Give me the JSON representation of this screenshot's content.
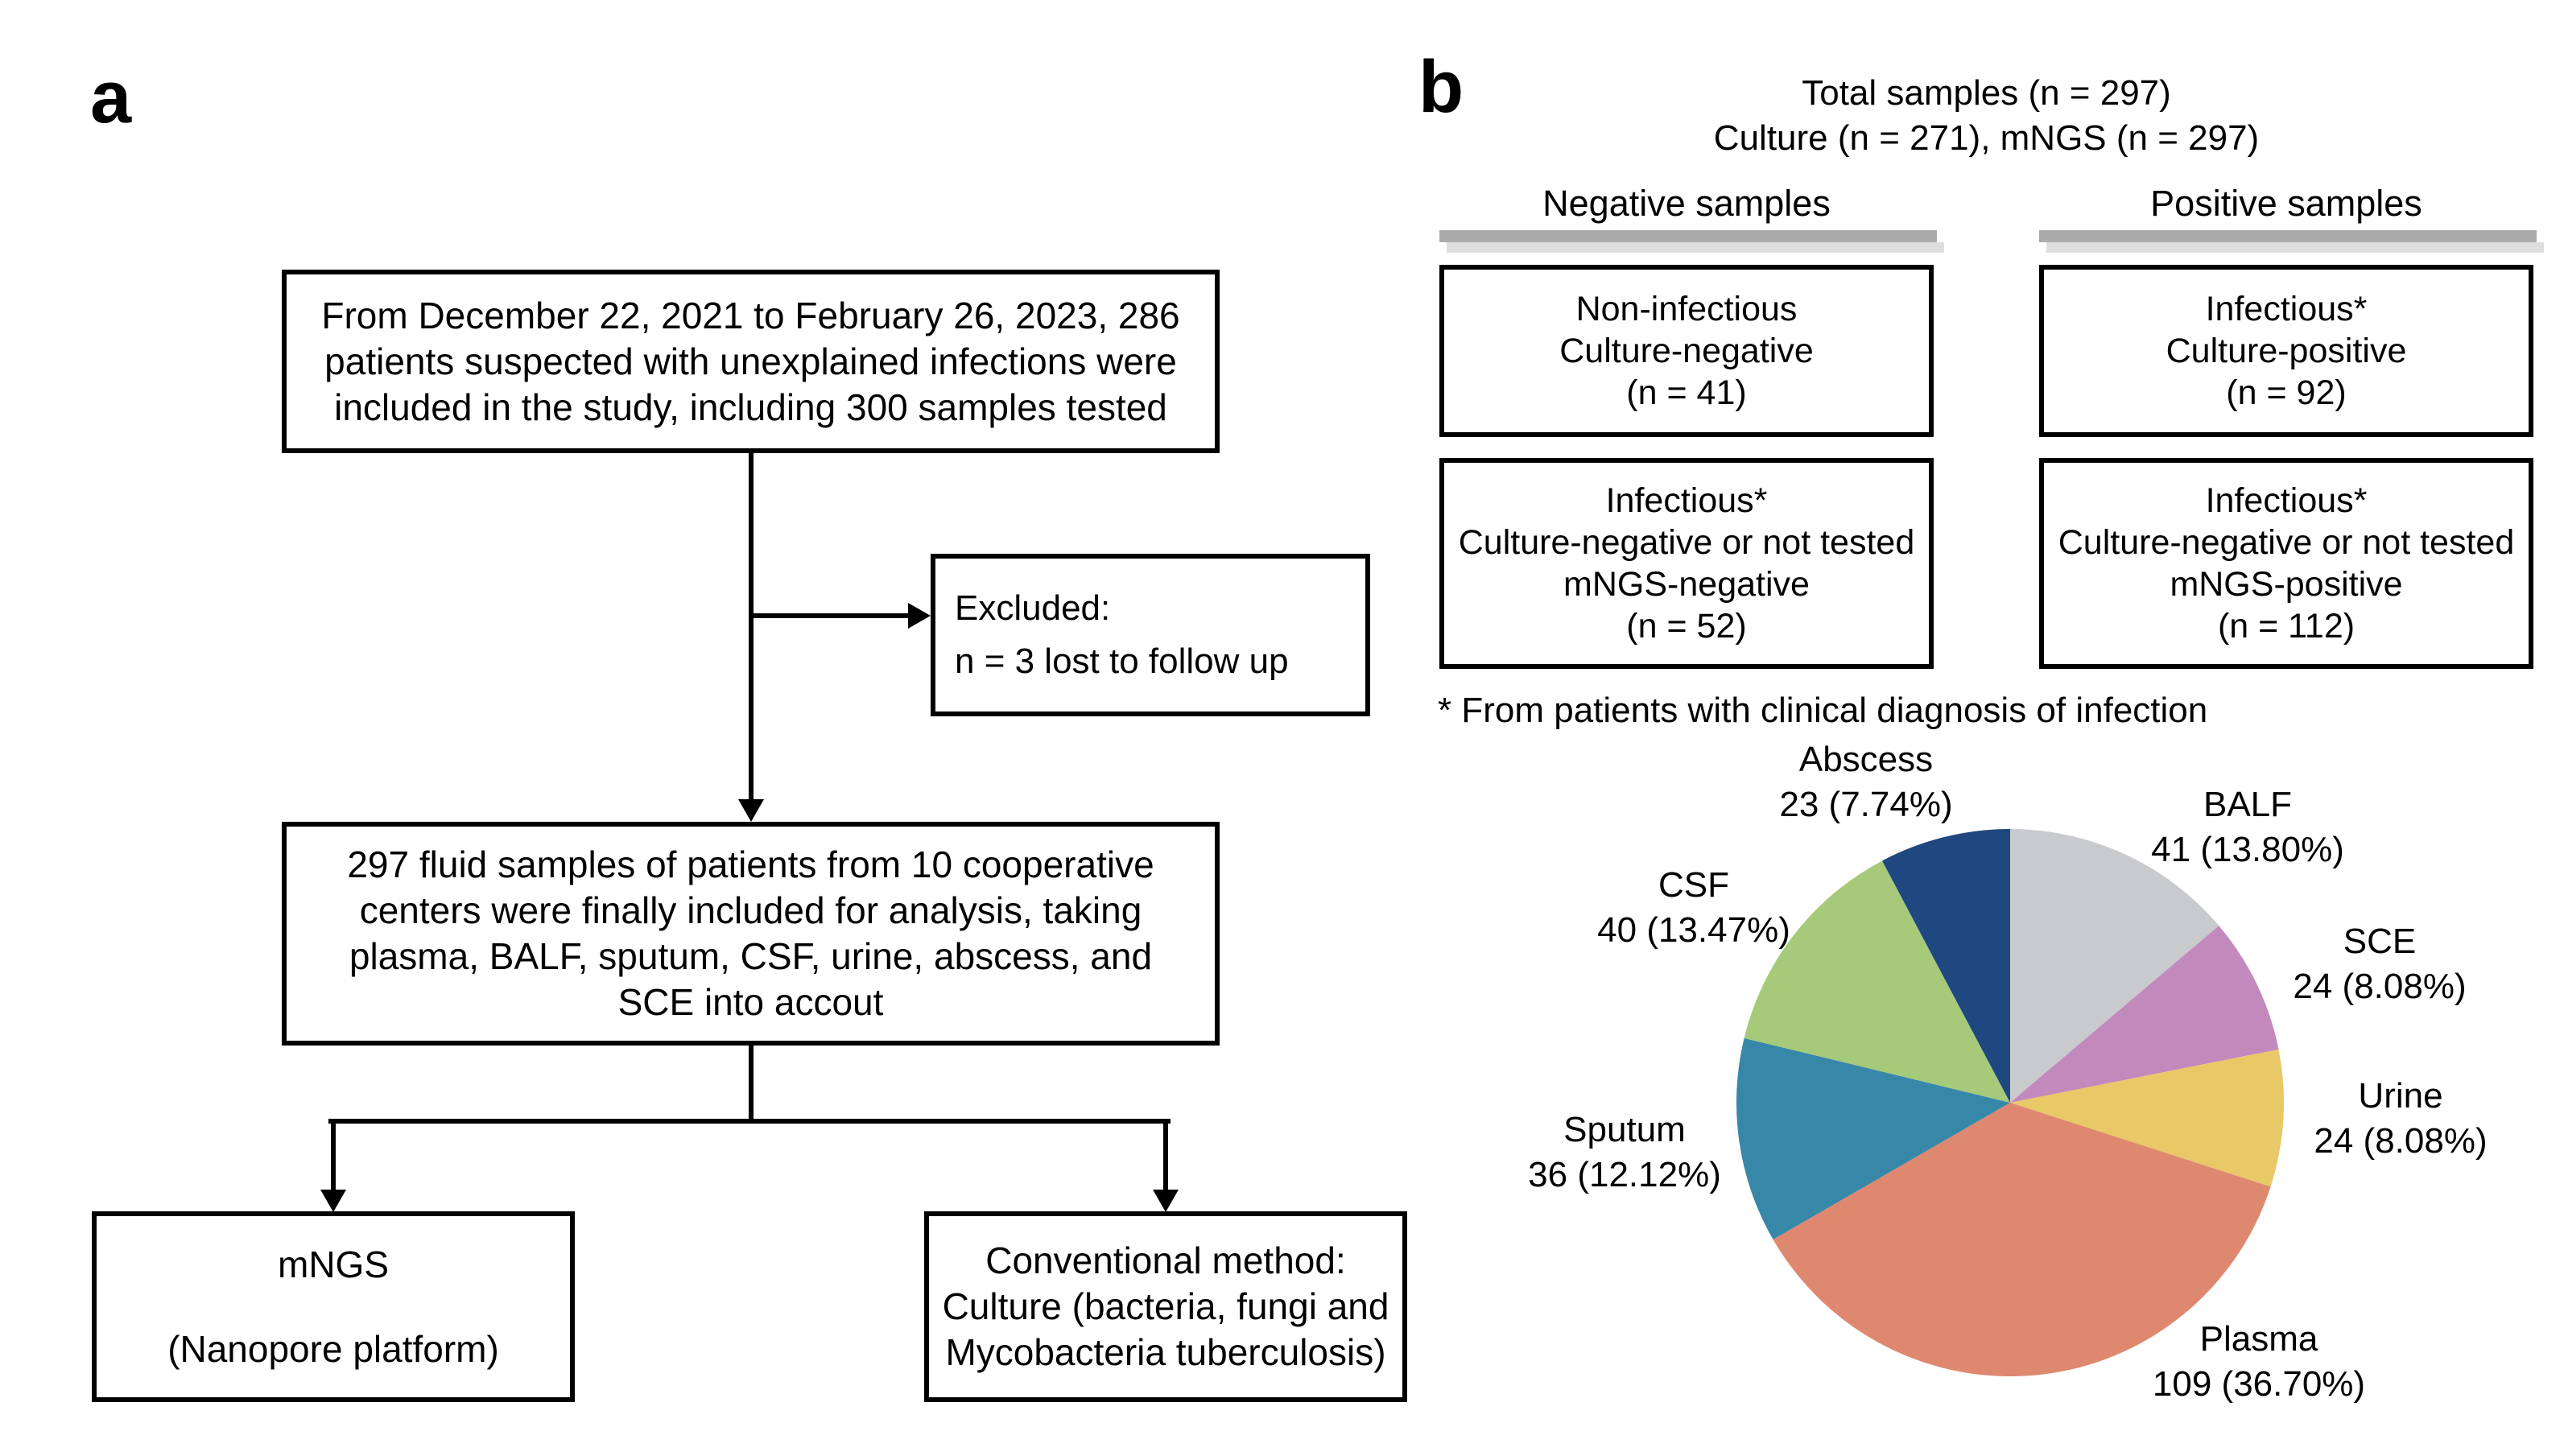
{
  "panel_a": {
    "label": "a",
    "start_box_lines": [
      "From December 22, 2021 to February 26, 2023, 286",
      "patients suspected with unexplained infections were",
      "included in the study, including 300 samples tested"
    ],
    "excluded_box_lines": [
      "Excluded:",
      "n = 3 lost to follow up"
    ],
    "included_box_lines": [
      "297 fluid samples of patients from 10 cooperative",
      "centers were finally included for analysis, taking",
      "plasma, BALF, sputum, CSF, urine, abscess, and",
      "SCE into accout"
    ],
    "mngs_box_lines": [
      "mNGS",
      "(Nanopore platform)"
    ],
    "conventional_box_lines": [
      "Conventional method:",
      "Culture (bacteria, fungi and",
      "Mycobacteria tuberculosis)"
    ]
  },
  "panel_b": {
    "label": "b",
    "title_lines": [
      "Total samples (n = 297)",
      "Culture (n = 271), mNGS (n = 297)"
    ],
    "negative_header": "Negative samples",
    "positive_header": "Positive samples",
    "neg_top_box_lines": [
      "Non-infectious",
      "Culture-negative",
      "(n = 41)"
    ],
    "neg_bottom_box_lines": [
      "Infectious*",
      "Culture-negative or not tested",
      "mNGS-negative",
      "(n = 52)"
    ],
    "pos_top_box_lines": [
      "Infectious*",
      "Culture-positive",
      "(n = 92)"
    ],
    "pos_bottom_box_lines": [
      "Infectious*",
      "Culture-negative or not tested",
      "mNGS-positive",
      "(n = 112)"
    ],
    "footnote": "* From patients with clinical diagnosis of infection"
  },
  "chart_data": {
    "type": "pie",
    "categories": [
      "BALF",
      "SCE",
      "Urine",
      "Plasma",
      "Sputum",
      "CSF",
      "Abscess"
    ],
    "values": [
      41,
      24,
      24,
      109,
      36,
      40,
      23
    ],
    "percentages": [
      13.8,
      8.08,
      8.08,
      36.7,
      12.12,
      13.47,
      7.74
    ],
    "value_labels": [
      "41 (13.80%)",
      "24 (8.08%)",
      "24 (8.08%)",
      "109 (36.70%)",
      "36 (12.12%)",
      "40 (13.47%)",
      "23 (7.74%)"
    ],
    "colors": [
      "#C9CACE",
      "#C289BD",
      "#E9C868",
      "#DF8870",
      "#3787A8",
      "#A6C97A",
      "#1F4780"
    ],
    "total": 297,
    "start_angle_deg_from_north": 0,
    "direction": "clockwise",
    "legend_position": "labels-around-pie"
  }
}
